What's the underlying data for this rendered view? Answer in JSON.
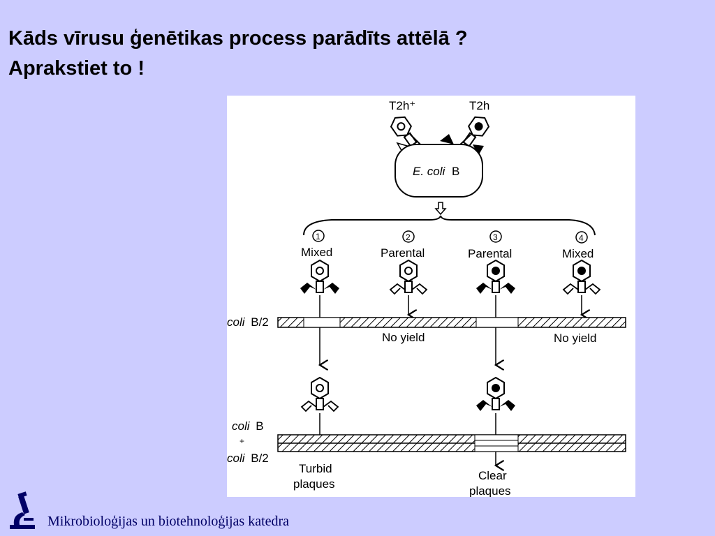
{
  "slide": {
    "title_line1": "Kāds vīrusu ģenētikas process parādīts attēlā ?",
    "title_line2": "Aprakstiet to !",
    "footer_text": "Mikrobioloģijas un biotehnoloģijas katedra"
  },
  "figure": {
    "phage_a": "T2h⁺",
    "phage_b": "T2h",
    "host_prefix": "E. coli",
    "host_suffix": "B",
    "progeny": [
      {
        "num": "1",
        "label": "Mixed"
      },
      {
        "num": "2",
        "label": "Parental"
      },
      {
        "num": "3",
        "label": "Parental"
      },
      {
        "num": "4",
        "label": "Mixed"
      }
    ],
    "plate1_label_italic": "coli",
    "plate1_label_suffix": "B/2",
    "no_yield": "No yield",
    "plate2_line1_italic": "coli",
    "plate2_line1_suffix": "B",
    "plate2_plus": "+",
    "plate2_line3_italic": "coli",
    "plate2_line3_suffix": "B/2",
    "turbid_1": "Turbid",
    "turbid_2": "plaques",
    "clear_1": "Clear",
    "clear_2": "plaques"
  }
}
